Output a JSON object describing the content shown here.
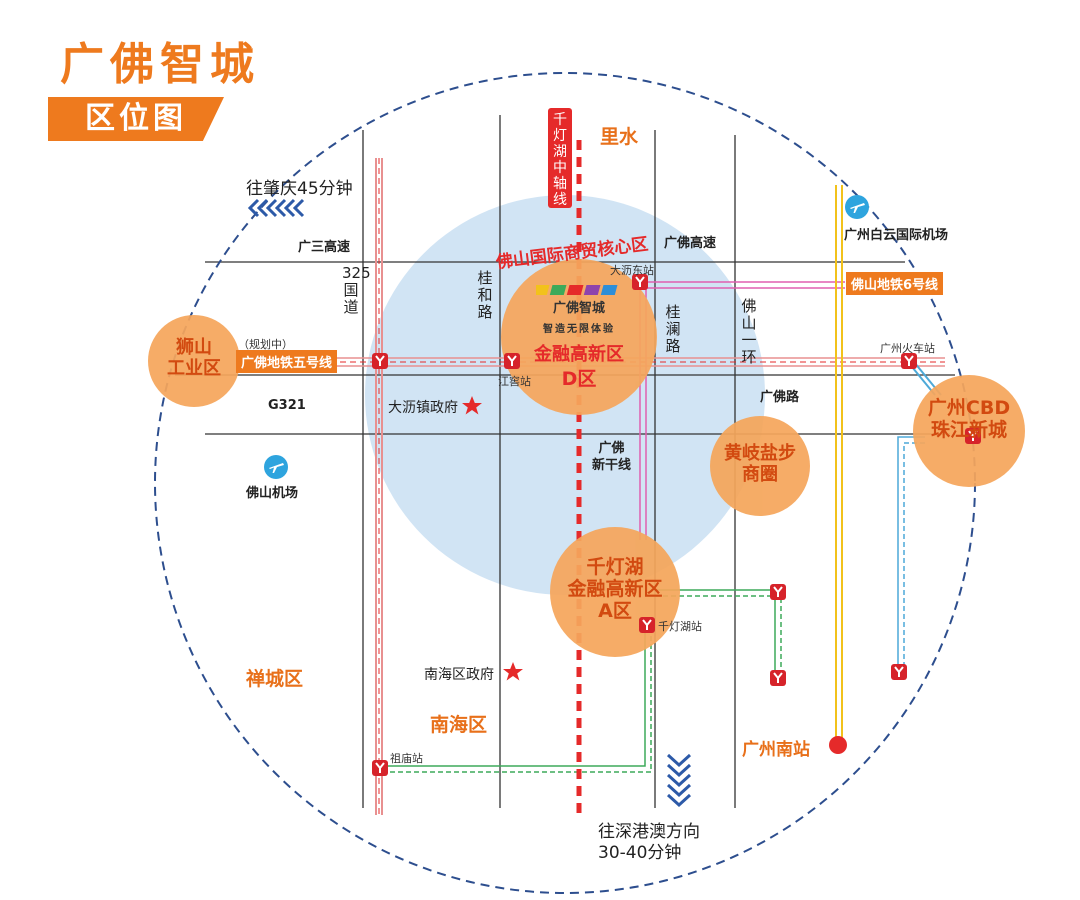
{
  "header": {
    "title": "广佛智城",
    "subtitle": "区位图"
  },
  "axis_label": "千灯湖中轴线",
  "core_area_label": "佛山国际商贸核心区",
  "places": {
    "lishui": "里水",
    "chancheng": "禅城区",
    "nanhai": "南海区",
    "shishan": "狮山\n工业区",
    "guangzhou_cbd": "广州CBD\n珠江新城",
    "huangqi": "黄岐盐步\n商圈",
    "zone_d": {
      "brand": "广佛智城",
      "slogan": "智造无限体验",
      "line1": "金融高新区",
      "line2": "D区"
    },
    "zone_a": "千灯湖\n金融高新区\nA区"
  },
  "roads": {
    "guangsan": "广三高速",
    "guangfo_expressway": "广佛高速",
    "g325": "325国道",
    "guihe": "桂和路",
    "guilan": "桂澜路",
    "foshan_ring1": "佛山一环",
    "g321": "G321",
    "guangfo_road": "广佛路",
    "guangfo_xingan": "广佛\n新干线"
  },
  "metro": {
    "line6": "佛山地铁6号线",
    "line5": "广佛地铁五号线",
    "line5_status": "（规划中）"
  },
  "stations": {
    "dali_east": "大沥东站",
    "guangzhou_railway": "广州火车站",
    "jiangjiao": "江窖站",
    "qiandenghu": "千灯湖站",
    "zumiao": "祖庙站"
  },
  "landmarks": {
    "baiyun_airport": "广州白云国际机场",
    "foshan_airport": "佛山机场",
    "dali_gov": "大沥镇政府",
    "nanhai_gov": "南海区政府",
    "guangzhou_south": "广州南站"
  },
  "directions": {
    "zhaoqing": "往肇庆45分钟",
    "shenzhen": "往深港澳方向\n30-40分钟"
  },
  "colors": {
    "accent_orange": "#EE7A1E",
    "accent_red": "#E52A2A",
    "circle_fill": "#F5A65B",
    "core_zone": "#C9DFF2",
    "outer_ring": "#2D4E8E",
    "metro_line6": "#E05FB0",
    "metro_green": "#3DAA5A",
    "metro_blue": "#4DA9D8",
    "rail_yellow": "#F2C21B"
  },
  "icons": {
    "airport": "airplane-icon",
    "metro": "metro-station-icon",
    "government": "star-icon",
    "rail_station": "red-dot-icon",
    "direction": "chevron-arrows-icon"
  }
}
